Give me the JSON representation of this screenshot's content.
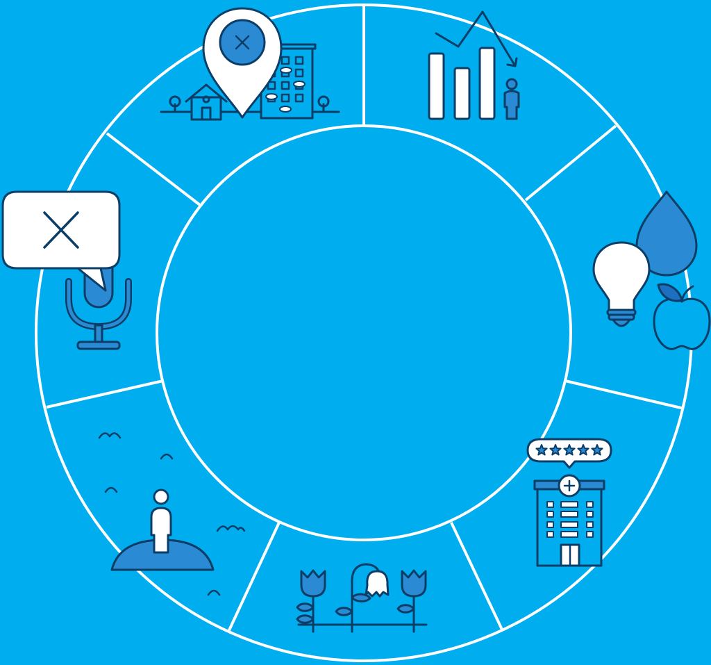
{
  "diagram": {
    "colors": {
      "background": "#00aeef",
      "ring_line": "#ffffff",
      "icon_stroke": "#0b3d66",
      "icon_fill_light": "#ffffff",
      "icon_fill_mid": "#2a8ad4",
      "icon_fill_dark": "#1d6fc0"
    },
    "segments": [
      {
        "id": "location-segment",
        "icon": "map-pin-x-neighborhood-icon"
      },
      {
        "id": "declining-stats-segment",
        "icon": "declining-bar-chart-person-icon"
      },
      {
        "id": "basic-needs-segment",
        "icon": "water-bulb-apple-icon"
      },
      {
        "id": "healthcare-segment",
        "icon": "rated-hospital-icon"
      },
      {
        "id": "environment-segment",
        "icon": "tulips-flowers-icon"
      },
      {
        "id": "isolation-segment",
        "icon": "person-on-island-icon"
      },
      {
        "id": "voice-segment",
        "icon": "silenced-microphone-icon"
      }
    ],
    "hospital_rating": {
      "stars": 5
    }
  }
}
